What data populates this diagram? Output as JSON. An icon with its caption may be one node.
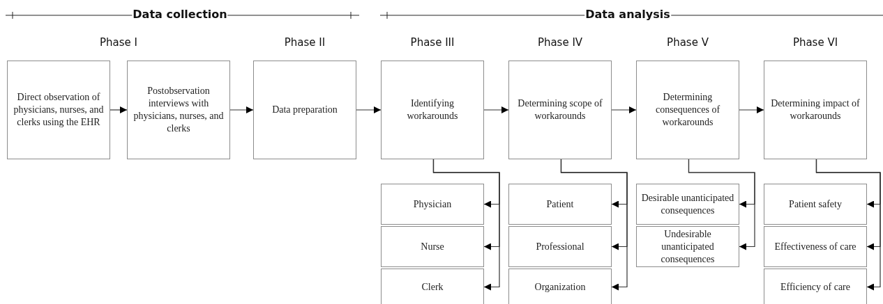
{
  "diagram": {
    "nodes": [
      {
        "text": [
          "Direct observation of physicians, nurses, and clerks using the EHR"
        ]
      },
      {
        "text": [
          "Postobservation interviews with physicians, nurses, and clerks"
        ]
      },
      {
        "text": [
          "Data preparation"
        ]
      },
      {
        "text": [
          "Identifying workarounds"
        ]
      },
      {
        "text": [
          "Determining scope of workarounds"
        ]
      },
      {
        "text": [
          "Determining consequences of workarounds"
        ]
      },
      {
        "text": [
          "Determining impact of workarounds"
        ]
      },
      {
        "text": [
          "Physician"
        ]
      },
      {
        "text": [
          "Nurse"
        ]
      },
      {
        "text": [
          "Clerk"
        ]
      },
      {
        "text": [
          "Patient"
        ]
      },
      {
        "text": [
          "Professional"
        ]
      },
      {
        "text": [
          "Organization"
        ]
      },
      {
        "text": [
          "Desirable unanticipated consequences"
        ]
      },
      {
        "text": [
          "Undesirable unanticipated consequences"
        ]
      },
      {
        "text": [
          "Patient safety"
        ]
      },
      {
        "text": [
          "Effectiveness of care"
        ]
      },
      {
        "text": [
          "Efficiency of care"
        ]
      }
    ],
    "edges": [
      {
        "from": 0,
        "to": 1,
        "arrow": "to"
      },
      {
        "from": 1,
        "to": 2,
        "arrow": "to"
      },
      {
        "from": 2,
        "to": 3,
        "arrow": "to"
      },
      {
        "from": 3,
        "to": 4,
        "arrow": "to"
      },
      {
        "from": 4,
        "to": 5,
        "arrow": "to"
      },
      {
        "from": 5,
        "to": 6,
        "arrow": "to"
      },
      {
        "from": 3,
        "to": 7,
        "arrow": "to"
      },
      {
        "from": 3,
        "to": 8,
        "arrow": "to"
      },
      {
        "from": 3,
        "to": 9,
        "arrow": "to"
      },
      {
        "from": 4,
        "to": 10,
        "arrow": "to"
      },
      {
        "from": 4,
        "to": 11,
        "arrow": "to"
      },
      {
        "from": 4,
        "to": 12,
        "arrow": "to"
      },
      {
        "from": 5,
        "to": 13,
        "arrow": "to"
      },
      {
        "from": 5,
        "to": 14,
        "arrow": "to"
      },
      {
        "from": 6,
        "to": 15,
        "arrow": "to"
      },
      {
        "from": 6,
        "to": 16,
        "arrow": "to"
      },
      {
        "from": 6,
        "to": 17,
        "arrow": "to"
      }
    ],
    "labels": [
      "Data collection",
      "Data analysis",
      "Phase I",
      "Phase II",
      "Phase III",
      "Phase IV",
      "Phase V",
      "Phase VI"
    ]
  }
}
